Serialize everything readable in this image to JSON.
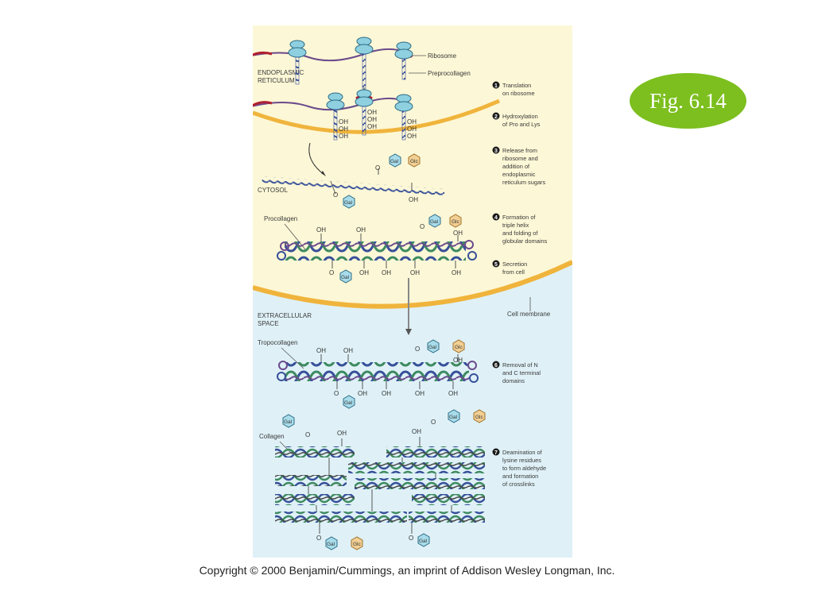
{
  "badge": {
    "label": "Fig. 6.14"
  },
  "copyright": "Copyright © 2000 Benjamin/Cummings, an imprint of Addison Wesley Longman, Inc.",
  "regions": {
    "er": [
      "ENDOPLASMIC",
      "RETICULUM"
    ],
    "cytosol": "CYTOSOL",
    "extracellular": [
      "EXTRACELLULAR",
      "SPACE"
    ]
  },
  "labels": {
    "ribosome": "Ribosome",
    "preprocollagen": "Preprocollagen",
    "procollagen": "Procollagen",
    "tropocollagen": "Tropocollagen",
    "collagen": "Collagen",
    "cell_membrane": "Cell membrane"
  },
  "chem": {
    "oh": "OH",
    "o": "O",
    "gal": "Gal",
    "glc": "Glc"
  },
  "steps": [
    {
      "num": "1",
      "lines": [
        "Translation",
        "on ribosome"
      ]
    },
    {
      "num": "2",
      "lines": [
        "Hydroxylation",
        "of Pro and Lys"
      ]
    },
    {
      "num": "3",
      "lines": [
        "Release from",
        "ribosome and",
        "addition of",
        "endoplasmic",
        "reticulum sugars"
      ]
    },
    {
      "num": "4",
      "lines": [
        "Formation of",
        "triple helix",
        "and folding of",
        "globular domains"
      ]
    },
    {
      "num": "5",
      "lines": [
        "Secretion",
        "from cell"
      ]
    },
    {
      "num": "6",
      "lines": [
        "Removal of N",
        "and C terminal",
        "domains"
      ]
    },
    {
      "num": "7",
      "lines": [
        "Deamination of",
        "lysine residues",
        "to form aldehyde",
        "and formation",
        "of crosslinks"
      ]
    }
  ],
  "colors": {
    "er_bg": "#fcf7d6",
    "extracellular_bg": "#dff1f7",
    "membrane": "#f0b43c",
    "strand_blue": "#37509a",
    "strand_green": "#3d8a60",
    "strand_purple": "#6a4a8c",
    "ribosome": "#8ed0e0",
    "gal": "#a8dcea",
    "glc": "#f2cf93",
    "badge": "#7cbf1e",
    "signal": "#b02030"
  }
}
